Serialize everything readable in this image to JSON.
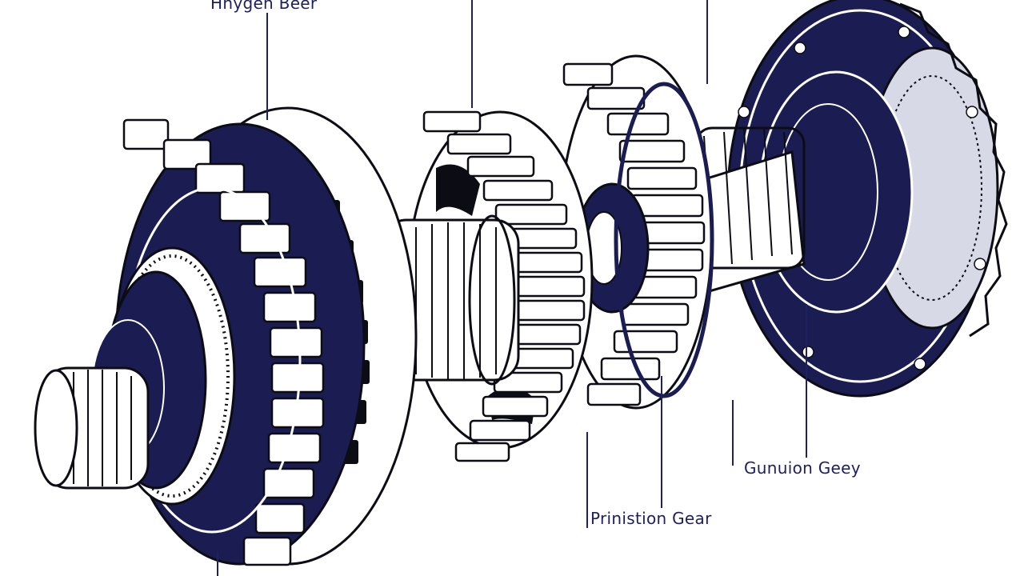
{
  "colors": {
    "navy": "#1b1d52",
    "ink": "#0c0c14",
    "paper": "#ffffff",
    "label": "#1e2060",
    "shade": "#d8d9e6"
  },
  "labels": {
    "top_left": "Hnygen Beer",
    "right_gear": "Gunuion Geey",
    "bottom_gear": "Prinistion Gear"
  }
}
